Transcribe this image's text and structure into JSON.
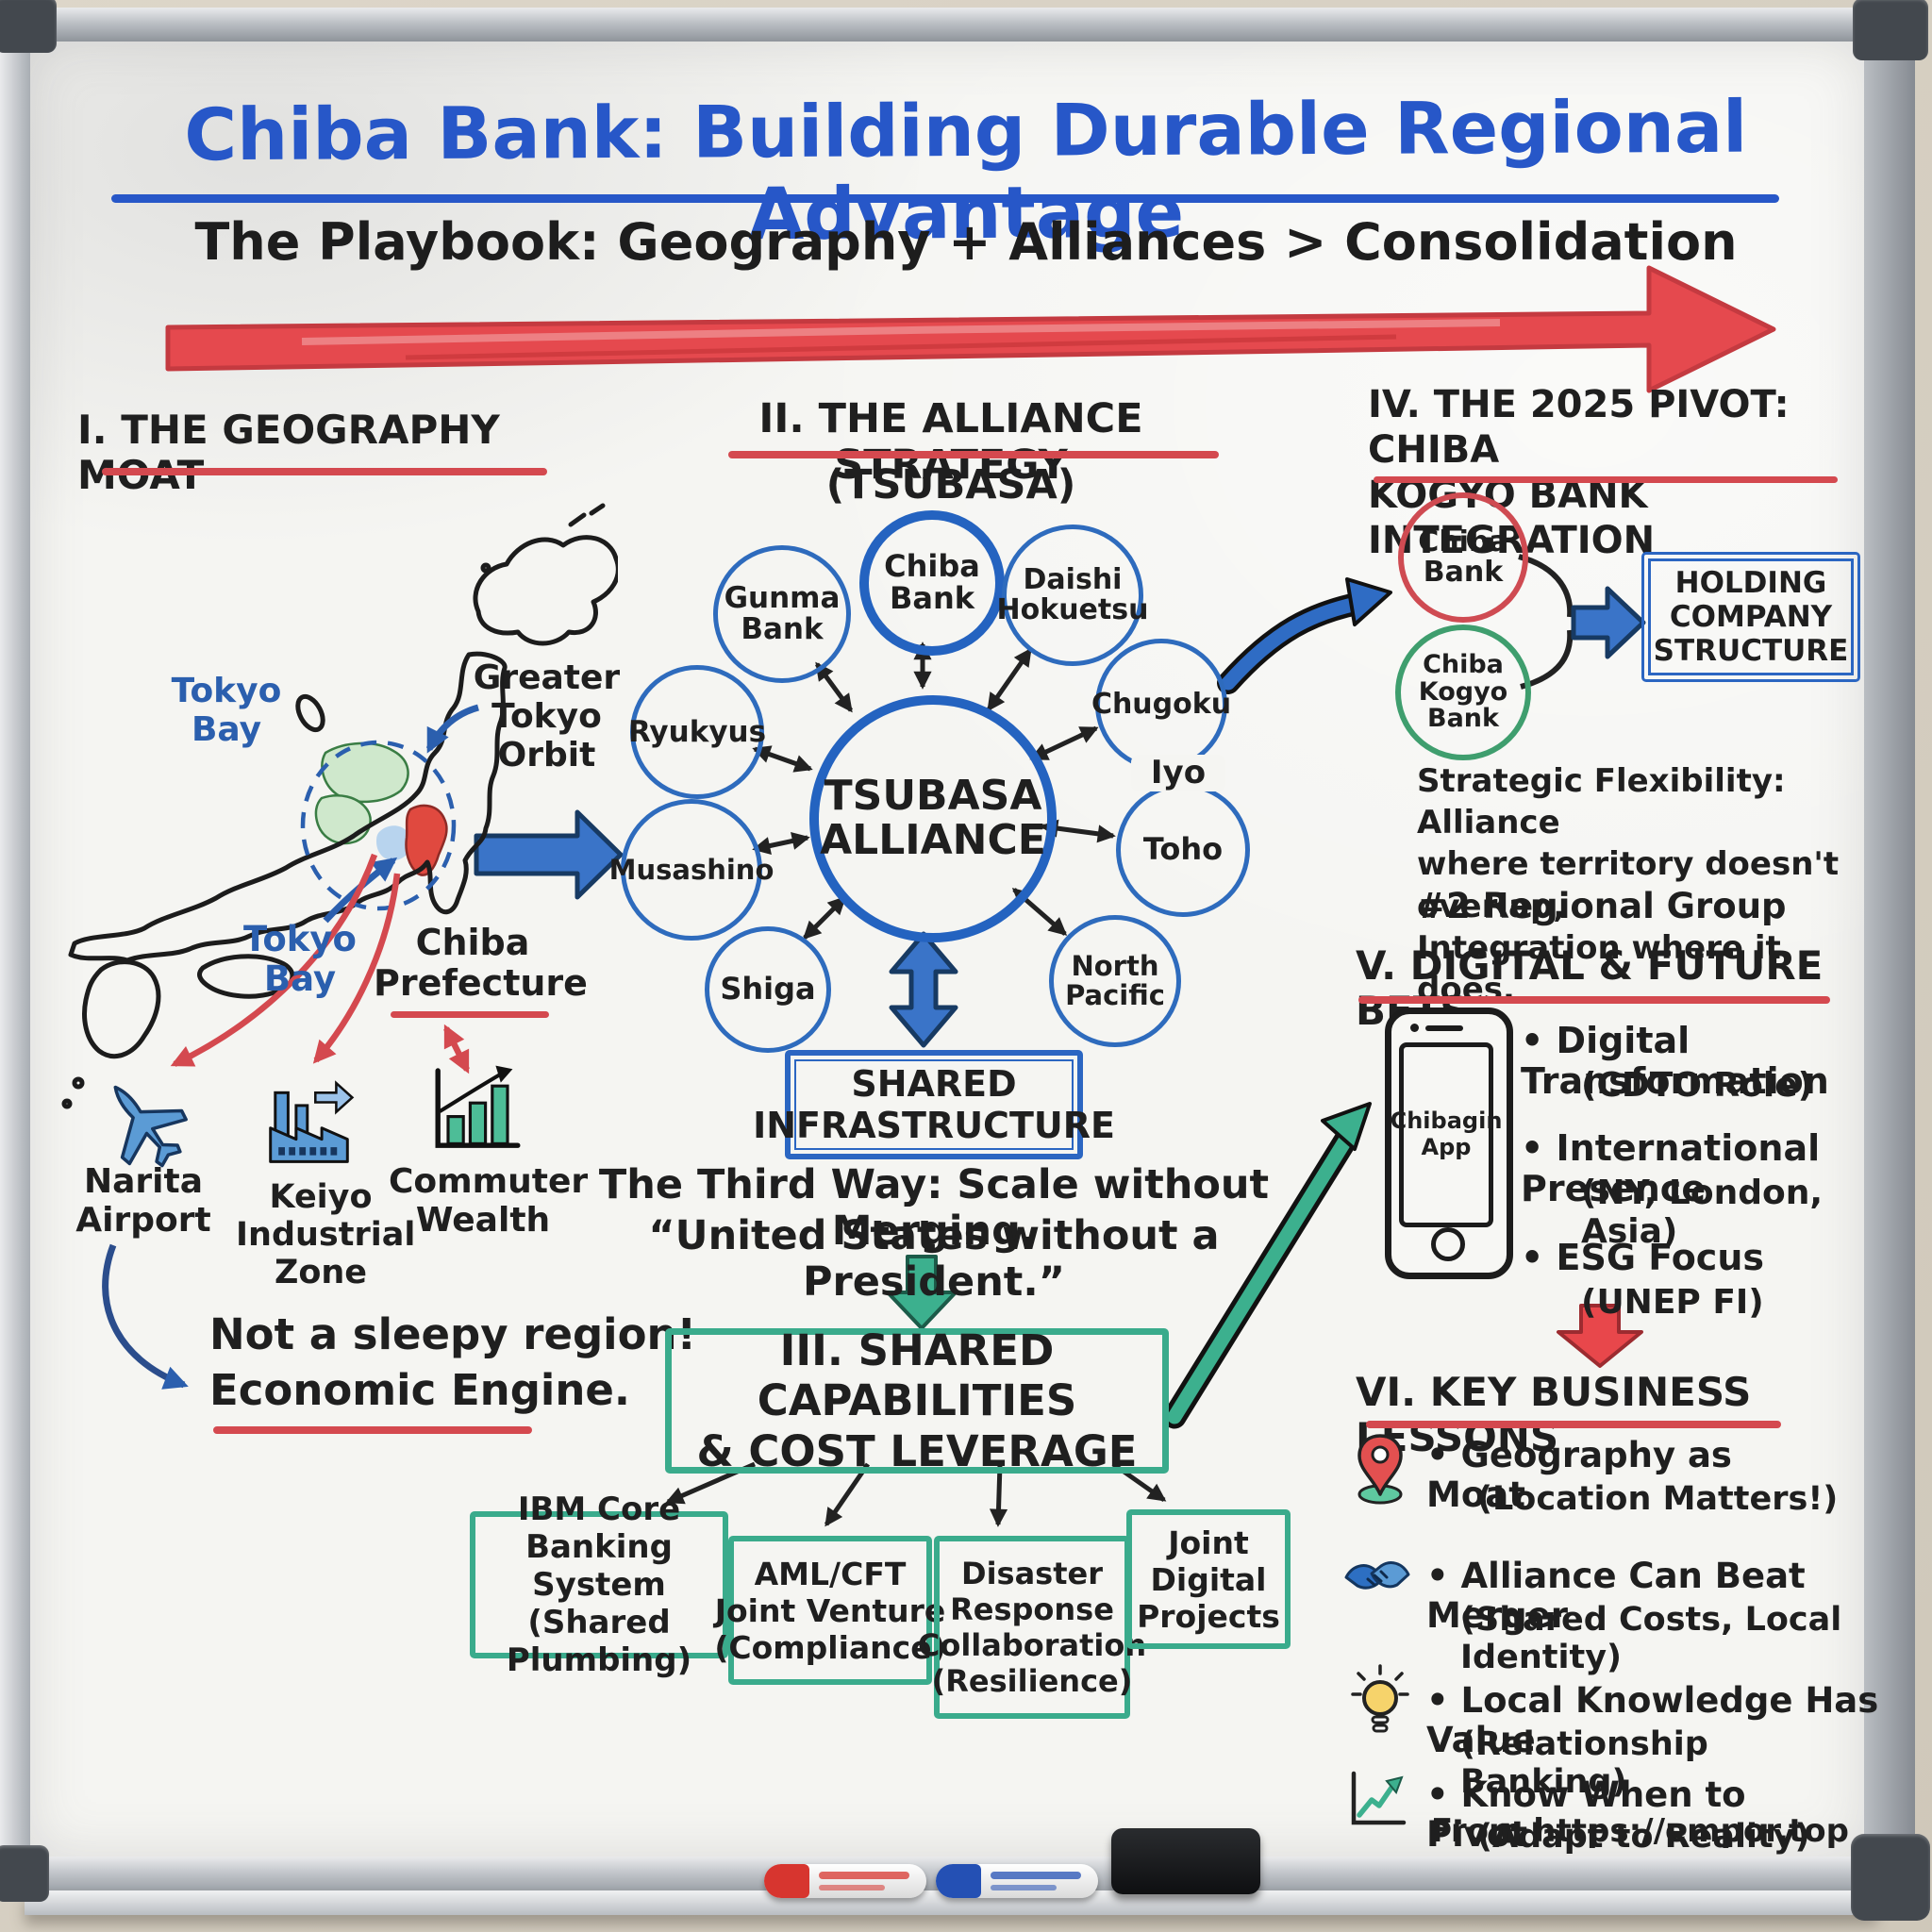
{
  "title": "Chiba Bank: Building Durable Regional Advantage",
  "subtitle": "The Playbook: Geography + Alliances > Consolidation",
  "attribution": "From https://empor.top",
  "colors": {
    "title_blue": "#2757c8",
    "marker_red": "#e5494e",
    "underline_red": "#d4494f",
    "marker_blue": "#2e6bbd",
    "marker_green": "#3cab8d",
    "ink": "#1f1f1f"
  },
  "section1": {
    "heading": "I. THE GEOGRAPHY MOAT",
    "labels": {
      "tokyo_bay_upper": "Tokyo\nBay",
      "greater_tokyo_orbit": "Greater\nTokyo\nOrbit",
      "tokyo_bay_lower": "Tokyo\nBay",
      "chiba_prefecture": "Chiba\nPrefecture",
      "narita_airport": "Narita\nAirport",
      "keiyo_industrial_zone": "Keiyo\nIndustrial\nZone",
      "commuter_wealth": "Commuter\nWealth",
      "conclusion": "Not a sleepy region!\nEconomic Engine."
    }
  },
  "section2": {
    "heading": "II. THE ALLIANCE STRATEGY",
    "subheading": "(TSUBASA)",
    "hub": "TSUBASA\nALLIANCE",
    "members": [
      "Gunma\nBank",
      "Chiba\nBank",
      "Daishi\nHokuetsu",
      "Ryukyus",
      "Chugoku",
      "Musashino",
      "Iyo",
      "Toho",
      "Shiga",
      "North\nPacific"
    ],
    "shared_infrastructure": "SHARED\nINFRASTRUCTURE",
    "third_way_1": "The Third Way: Scale without Merging.",
    "third_way_2": "“United States without a President.”"
  },
  "section3": {
    "heading": "III. SHARED CAPABILITIES\n& COST LEVERAGE",
    "boxes": [
      "IBM Core\nBanking System\n(Shared Plumbing)",
      "AML/CFT\nJoint Venture\n(Compliance)",
      "Disaster\nResponse\nCollaboration\n(Resilience)",
      "Joint\nDigital\nProjects"
    ]
  },
  "section4": {
    "heading": "IV. THE 2025 PIVOT: CHIBA\nKOGYO BANK INTEGRATION",
    "circle_top": "Chiba\nBank",
    "circle_bottom": "Chiba\nKogyo\nBank",
    "holding_box": "HOLDING\nCOMPANY\nSTRUCTURE",
    "note_1": "Strategic Flexibility: Alliance\nwhere territory doesn't overlap,\nIntegration where it does.",
    "note_2": "#2 Regional Group"
  },
  "section5": {
    "heading": "V. DIGITAL & FUTURE BETS",
    "phone_label": "Chibagin\nApp",
    "bullets": [
      {
        "main": "Digital Transformation",
        "sub": "(CDTO Role)"
      },
      {
        "main": "International Presence",
        "sub": "(NY, London, Asia)"
      },
      {
        "main": "ESG Focus",
        "sub": "(UNEP FI)"
      }
    ]
  },
  "section6": {
    "heading": "VI. KEY BUSINESS LESSONS",
    "lessons": [
      {
        "icon": "location-pin-icon",
        "main": "Geography as Moat",
        "sub": "(Location Matters!)"
      },
      {
        "icon": "handshake-icon",
        "main": "Alliance Can Beat Merger",
        "sub": "(Shared Costs, Local Identity)"
      },
      {
        "icon": "lightbulb-icon",
        "main": "Local Knowledge Has Value",
        "sub": "(Relationship Banking)"
      },
      {
        "icon": "growth-chart-icon",
        "main": "Know When to Pivot",
        "sub": "(Adapt to Reality)"
      }
    ]
  }
}
